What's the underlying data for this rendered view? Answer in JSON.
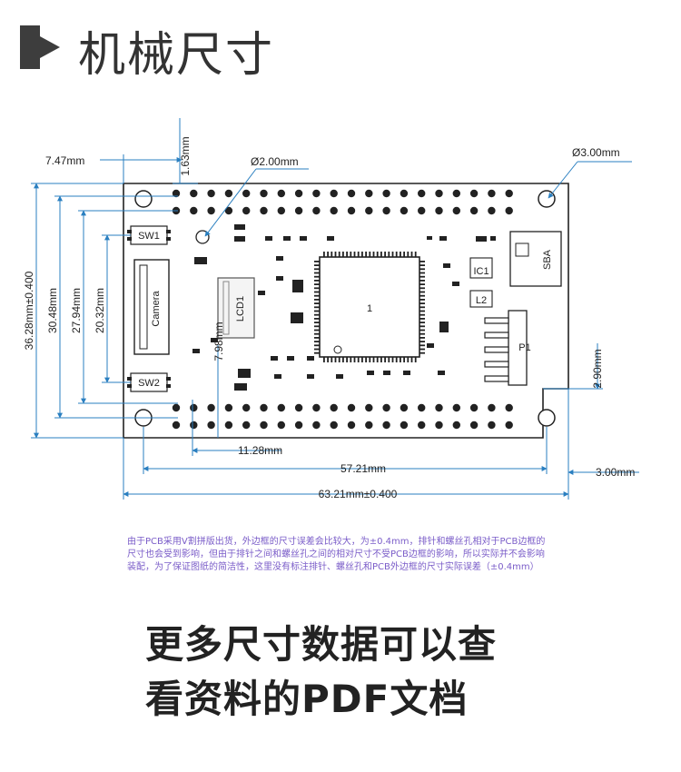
{
  "header": {
    "title": "机械尺寸"
  },
  "dimensions": {
    "d_7_47": "7.47mm",
    "d_1_63": "1.63mm",
    "d_hole": "Ø2.00mm",
    "d_hole_r": "Ø3.00mm",
    "d_36_28": "36.28mm±0.400",
    "d_30_48": "30.48mm",
    "d_27_94": "27.94mm",
    "d_20_32": "20.32mm",
    "d_7_98": "7.98mm",
    "d_2_90": "2.90mm",
    "d_11_28": "11.28mm",
    "d_57_21": "57.21mm",
    "d_3_00": "3.00mm",
    "d_63_21": "63.21mm±0.400"
  },
  "silkscreen": {
    "sw1": "SW1",
    "sw2": "SW2",
    "camera": "Camera",
    "lcd": "LCD1",
    "ic1": "IC1",
    "l2": "L2",
    "chip_pin": "1",
    "p1": "P1",
    "sba": "SBA"
  },
  "note": {
    "line1": "由于PCB采用V割拼版出货，外边框的尺寸误差会比较大，为±0.4mm，排针和螺丝孔相对于PCB边框的",
    "line2": "尺寸也会受到影响，但由于排针之间和螺丝孔之间的相对尺寸不受PCB边框的影响，所以实际并不会影响",
    "line3": "装配，为了保证图纸的简洁性，这里没有标注排针、螺丝孔和PCB外边框的尺寸实际误差（±0.4mm）"
  },
  "footer": {
    "line1": "更多尺寸数据可以查",
    "line2": "看资料的PDF文档"
  },
  "colors": {
    "board": "#ffffff",
    "accent": "#2a7fc0",
    "note": "#7a5cc8",
    "title": "#333333"
  }
}
